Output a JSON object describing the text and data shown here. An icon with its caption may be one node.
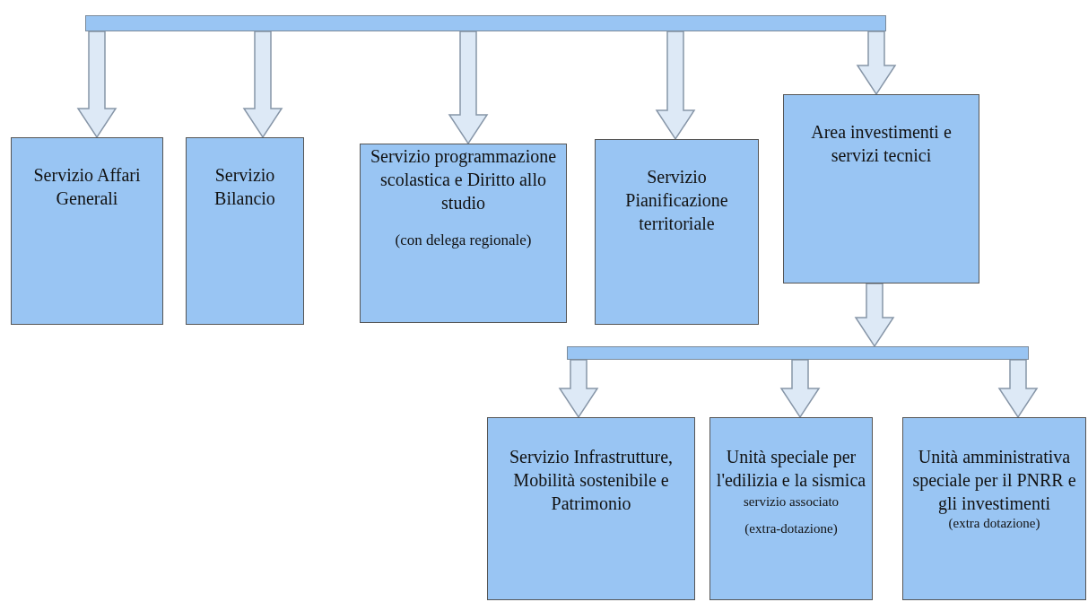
{
  "diagram": {
    "nodes": [
      {
        "text": [],
        "shape": "bar"
      },
      {
        "text": [
          "Servizio Affari Generali"
        ]
      },
      {
        "text": [
          "Servizio Bilancio"
        ]
      },
      {
        "text": [
          "Servizio programmazione scolastica e Diritto allo studio",
          "(con delega regionale)"
        ]
      },
      {
        "text": [
          "Servizio Pianificazione territoriale"
        ]
      },
      {
        "text": [
          "Area investimenti e servizi tecnici"
        ]
      },
      {
        "text": [],
        "shape": "bar"
      },
      {
        "text": [
          "Servizio Infrastrutture, Mobilità sostenibile e Patrimonio"
        ]
      },
      {
        "text": [
          "Unità speciale per l'edilizia e la sismica",
          "servizio associato",
          "(extra-dotazione)"
        ]
      },
      {
        "text": [
          "Unità amministrativa speciale per il PNRR e gli investimenti",
          "(extra dotazione)"
        ]
      }
    ],
    "edges": [
      {
        "from": 0,
        "to": 1,
        "arrow": "to"
      },
      {
        "from": 0,
        "to": 2,
        "arrow": "to"
      },
      {
        "from": 0,
        "to": 3,
        "arrow": "to"
      },
      {
        "from": 0,
        "to": 4,
        "arrow": "to"
      },
      {
        "from": 0,
        "to": 5,
        "arrow": "to"
      },
      {
        "from": 5,
        "to": 6,
        "arrow": "to"
      },
      {
        "from": 6,
        "to": 7,
        "arrow": "to"
      },
      {
        "from": 6,
        "to": 8,
        "arrow": "to"
      },
      {
        "from": 6,
        "to": 9,
        "arrow": "to"
      }
    ]
  }
}
